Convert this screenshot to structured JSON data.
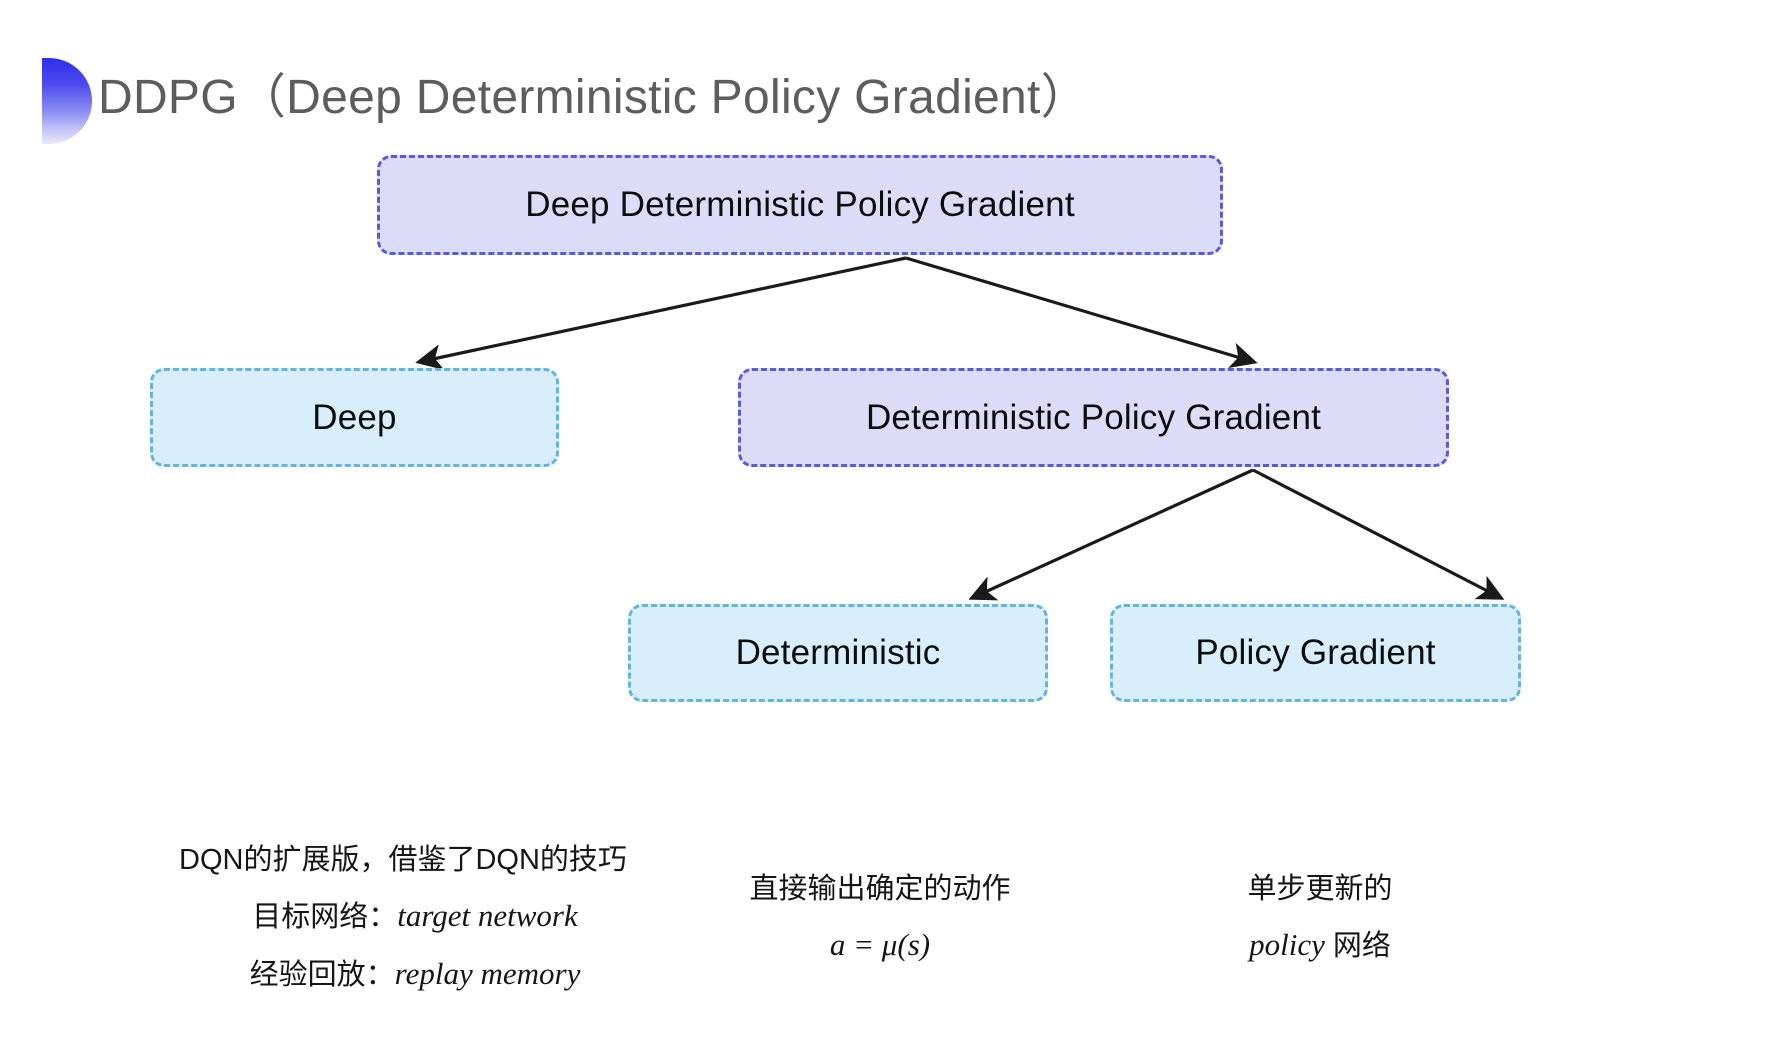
{
  "slide": {
    "title": "DDPG（Deep Deterministic Policy Gradient）",
    "background_color": "#ffffff",
    "title_color": "#5d5d5d",
    "accent_gradient_start": "#2f2fe8",
    "accent_gradient_end": "#e8e8fd"
  },
  "diagram": {
    "type": "tree",
    "node_colors": {
      "purple_fill": "#dcdcf8",
      "purple_border": "#5b5bd4",
      "blue_fill": "#d8eefb",
      "blue_border": "#64b4de",
      "arrow_color": "#1a1a1a"
    },
    "nodes": [
      {
        "id": "root",
        "label": "Deep Deterministic Policy Gradient",
        "style": "purple",
        "level": 0
      },
      {
        "id": "deep",
        "label": "Deep",
        "style": "blue",
        "level": 1
      },
      {
        "id": "dpg",
        "label": "Deterministic Policy Gradient",
        "style": "purple",
        "level": 1
      },
      {
        "id": "deterministic",
        "label": "Deterministic",
        "style": "blue",
        "level": 2
      },
      {
        "id": "policy_gradient",
        "label": "Policy Gradient",
        "style": "blue",
        "level": 2
      }
    ],
    "edges": [
      {
        "from": "root",
        "to": "deep"
      },
      {
        "from": "root",
        "to": "dpg"
      },
      {
        "from": "dpg",
        "to": "deterministic"
      },
      {
        "from": "dpg",
        "to": "policy_gradient"
      }
    ]
  },
  "captions": {
    "deep": {
      "line1": "DQN的扩展版，借鉴了DQN的技巧",
      "line2_label": "目标网络：",
      "line2_term": "target network",
      "line3_label": "经验回放：",
      "line3_term": "replay memory"
    },
    "deterministic": {
      "line1": "直接输出确定的动作",
      "line2_formula": "a = μ(s)"
    },
    "policy_gradient": {
      "line1": "单步更新的",
      "line2_term": "policy",
      "line2_suffix": " 网络"
    }
  }
}
